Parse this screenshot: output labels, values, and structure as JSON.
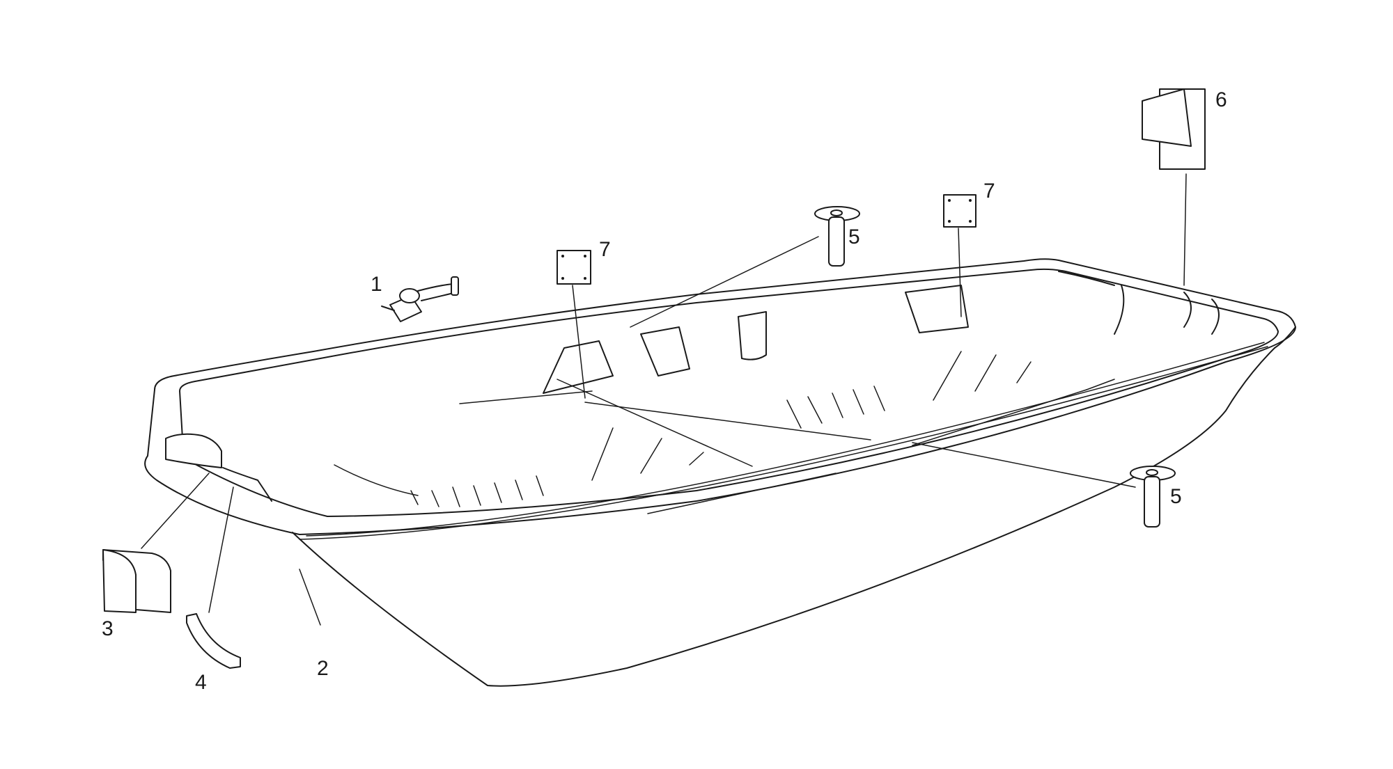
{
  "diagram": {
    "callouts": [
      {
        "id": "c1",
        "label": "1",
        "part": "drain-plug"
      },
      {
        "id": "c2",
        "label": "2",
        "part": "hull"
      },
      {
        "id": "c3",
        "label": "3",
        "part": "bow-cover"
      },
      {
        "id": "c4",
        "label": "4",
        "part": "carry-handle"
      },
      {
        "id": "c5a",
        "label": "5",
        "part": "rod-holder"
      },
      {
        "id": "c5b",
        "label": "5",
        "part": "rod-holder"
      },
      {
        "id": "c6",
        "label": "6",
        "part": "transom-plate"
      },
      {
        "id": "c7a",
        "label": "7",
        "part": "mounting-plate"
      },
      {
        "id": "c7b",
        "label": "7",
        "part": "mounting-plate"
      }
    ]
  }
}
